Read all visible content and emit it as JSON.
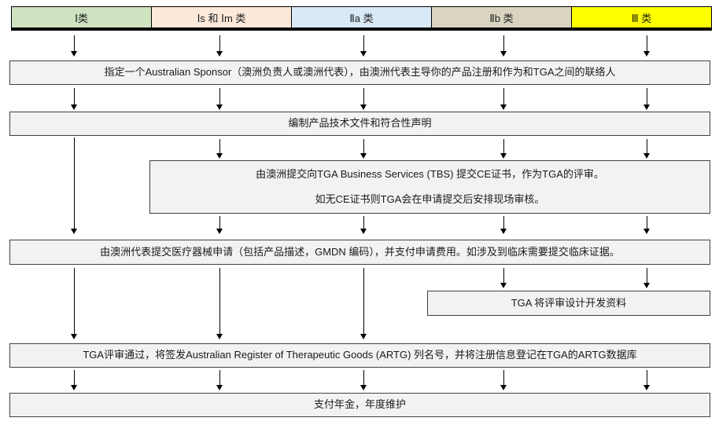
{
  "header": {
    "classes": [
      {
        "label": "Ⅰ类",
        "color": "#cfe3c1"
      },
      {
        "label": "Ⅰs 和 Ⅰm 类",
        "color": "#fce9da"
      },
      {
        "label": "Ⅱa 类",
        "color": "#d9e9f6"
      },
      {
        "label": "Ⅱb 类",
        "color": "#d9d5c0"
      },
      {
        "label": "Ⅲ 类",
        "color": "#ffff00"
      }
    ]
  },
  "steps": {
    "sponsor": "指定一个Australian Sponsor（澳洲负责人或澳洲代表），由澳洲代表主导你的产品注册和作为和TGA之间的联络人",
    "tech_docs": "编制产品技术文件和符合性声明",
    "tbs_line1": "由澳洲提交向TGA Business Services (TBS) 提交CE证书，作为TGA的评审。",
    "tbs_line2": "如无CE证书则TGA会在申请提交后安排现场审核。",
    "application": "由澳洲代表提交医疗器械申请（包括产品描述，GMDN 编码），并支付申请费用。如涉及到临床需要提交临床证据。",
    "design_review": "TGA 将评审设计开发资料",
    "artg_listing": "TGA评审通过，将签发Australian Register of Therapeutic Goods (ARTG) 列名号，并将注册信息登记在TGA的ARTG数据库",
    "annual_fee": "支付年金，年度维护"
  },
  "colors": {
    "process_box_fill": "#f2f2f2",
    "process_box_border": "#404040",
    "arrow": "#000000"
  }
}
